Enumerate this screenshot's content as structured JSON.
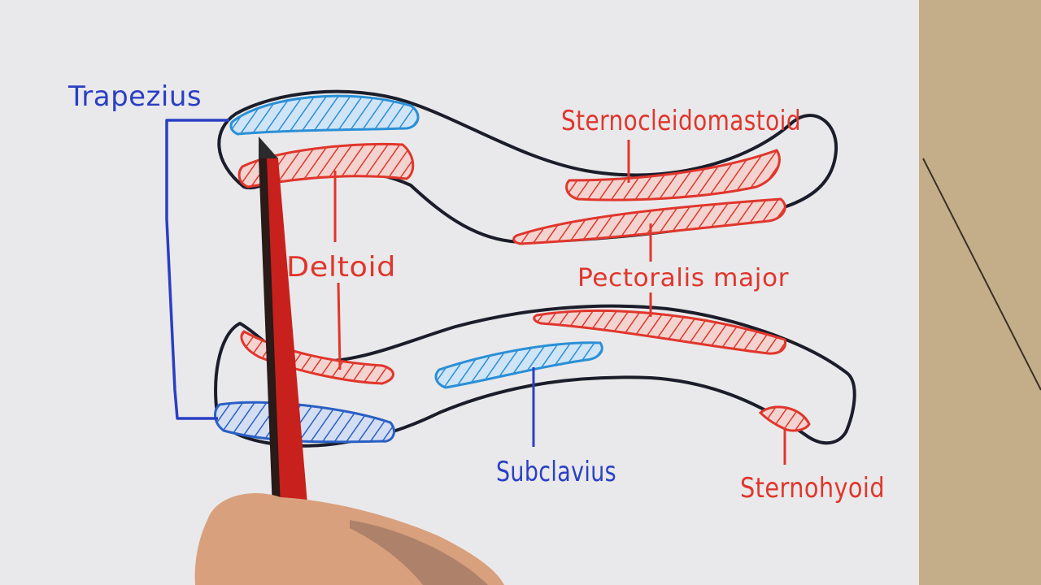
{
  "labels": {
    "trapezius": "Trapezius",
    "sternocleidomastoid": "Sternocleidomastoid",
    "deltoid": "Deltoid",
    "pectoralis_major": "Pectoralis major",
    "subclavius": "Subclavius",
    "sternohyoid": "Sternohyoid"
  },
  "colors": {
    "paper": "#e9e9eb",
    "outline": "#1b1d2a",
    "red_ink": "#e0362c",
    "blue_ink": "#2a3fc4",
    "light_blue_ink": "#2a8fd6",
    "table": "#c4ae8a"
  }
}
